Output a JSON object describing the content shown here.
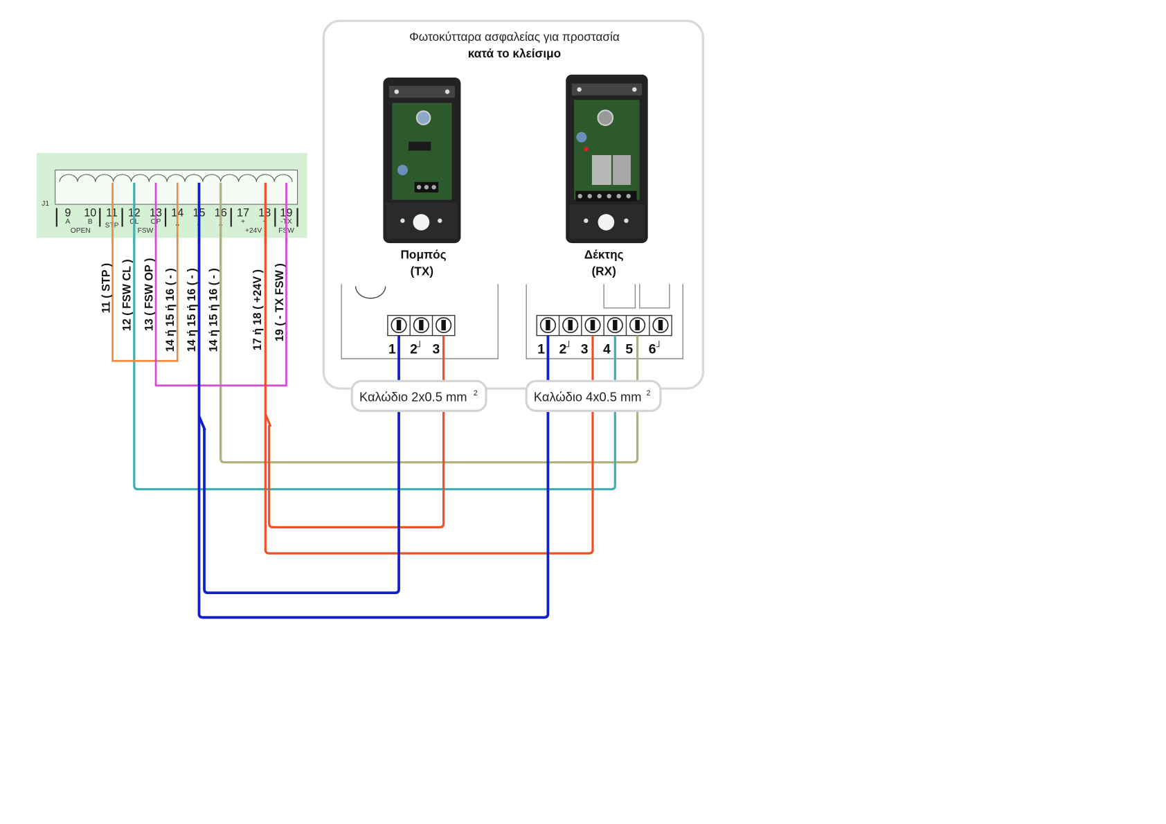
{
  "photocell_title_line1": "Φωτοκύτταρα ασφαλείας για προστασία",
  "photocell_title_line2": "κατά το κλείσιμο",
  "transmitter": {
    "name": "Πομπός",
    "code": "(TX)",
    "terminals": [
      "1",
      "2",
      "3"
    ]
  },
  "receiver": {
    "name": "Δέκτης",
    "code": "(RX)",
    "terminals": [
      "1",
      "2",
      "3",
      "4",
      "5",
      "6"
    ]
  },
  "tx_cable_label": "Καλώδιο 2x0.5 mm",
  "rx_cable_label": "Καλώδιο 4x0.5 mm",
  "cable_superscript": "2",
  "connector": {
    "label": "J1",
    "terminals": [
      "9",
      "10",
      "11",
      "12",
      "13",
      "14",
      "15",
      "16",
      "17",
      "18",
      "19"
    ],
    "minus_marks": [
      "-",
      "-",
      "-"
    ],
    "sub_labels": {
      "t9": "A",
      "t10": "B",
      "open": "OPEN",
      "stp": "STP",
      "cl": "CL",
      "fsw": "FSW",
      "op": "OP",
      "t17": "+",
      "v24": "+24V",
      "t18": "+",
      "tx": "-TX",
      "fsw19": "FSW"
    }
  },
  "wire_labels": [
    "11 ( STP )",
    "12 ( FSW CL )",
    "13 ( FSW OP )",
    "14 ή 15 ή 16 ( - )",
    "14 ή 15 ή 16 ( - )",
    "14 ή 15 ή 16 ( - )",
    "17 ή 18 ( +24V )",
    "19 ( - TX FSW )"
  ],
  "colors": {
    "blue": "#1020c8",
    "red": "#f05028",
    "orange": "#f08a3c",
    "teal": "#40b0b0",
    "magenta": "#d848d8",
    "khaki": "#b0b078",
    "connector_bg": "#d6f0d6"
  }
}
